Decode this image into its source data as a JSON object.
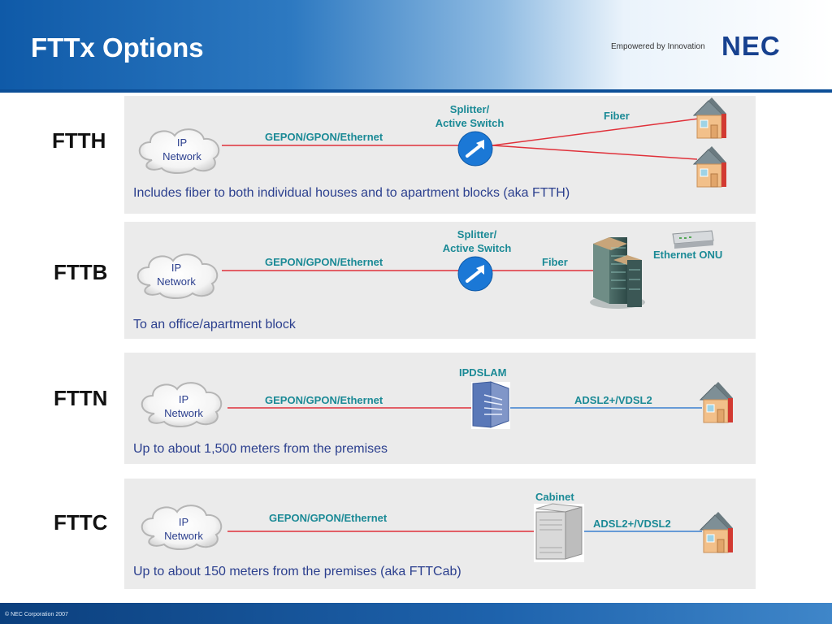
{
  "header": {
    "title": "FTTx Options",
    "tagline": "Empowered by Innovation",
    "logo_text": "NEC"
  },
  "footer": {
    "copyright": "© NEC Corporation 2007"
  },
  "rows": [
    {
      "label": "FTTH",
      "cloud": [
        "IP",
        "Network"
      ],
      "link_label": "GEPON/GPON/Ethernet",
      "node_label": [
        "Splitter/",
        "Active Switch"
      ],
      "right_label": "Fiber",
      "caption": "Includes fiber to both individual houses and to apartment blocks (aka FTTH)"
    },
    {
      "label": "FTTB",
      "cloud": [
        "IP",
        "Network"
      ],
      "link_label": "GEPON/GPON/Ethernet",
      "node_label": [
        "Splitter/",
        "Active Switch"
      ],
      "right_label": "Fiber",
      "extra_label": "Ethernet  ONU",
      "caption": "To an office/apartment block"
    },
    {
      "label": "FTTN",
      "cloud": [
        "IP",
        "Network"
      ],
      "link_label": "GEPON/GPON/Ethernet",
      "node_label": [
        "IPDSLAM"
      ],
      "right_label": "ADSL2+/VDSL2",
      "caption": "Up to about 1,500 meters from the premises"
    },
    {
      "label": "FTTC",
      "cloud": [
        "IP",
        "Network"
      ],
      "link_label": "GEPON/GPON/Ethernet",
      "node_label": [
        "Cabinet"
      ],
      "right_label": "ADSL2+/VDSL2",
      "caption": "Up to about 150 meters from the premises (aka FTTCab)"
    }
  ],
  "colors": {
    "fiber_line": "#e0313a",
    "dsl_line": "#3a7fd0",
    "teal": "#1b8a96",
    "caption": "#2b3f8e"
  }
}
